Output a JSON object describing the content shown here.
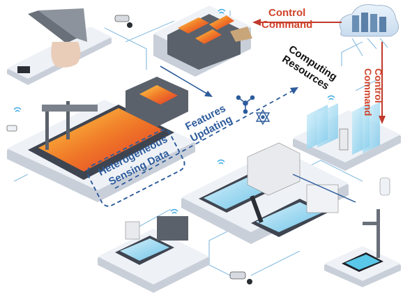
{
  "labels": {
    "control_command_top": [
      "Control",
      "Command"
    ],
    "control_command_right": [
      "Control",
      "Command"
    ],
    "computing_resources": [
      "Computing",
      "Resources"
    ],
    "features_updating": [
      "Features",
      "Updating"
    ],
    "heterogeneous_sensing": [
      "Heterogeneous",
      "Sensing Data"
    ]
  },
  "colors": {
    "control": "#d0432a",
    "blue_text": "#2d5c9c",
    "platform_top": "#eef1f6",
    "platform_side": "#c9cfd9",
    "machine_dark": "#3f4550",
    "glow_orange": "#f07a28",
    "glass_blue": "#8fd3ef",
    "wire": "#7fb6dd"
  }
}
